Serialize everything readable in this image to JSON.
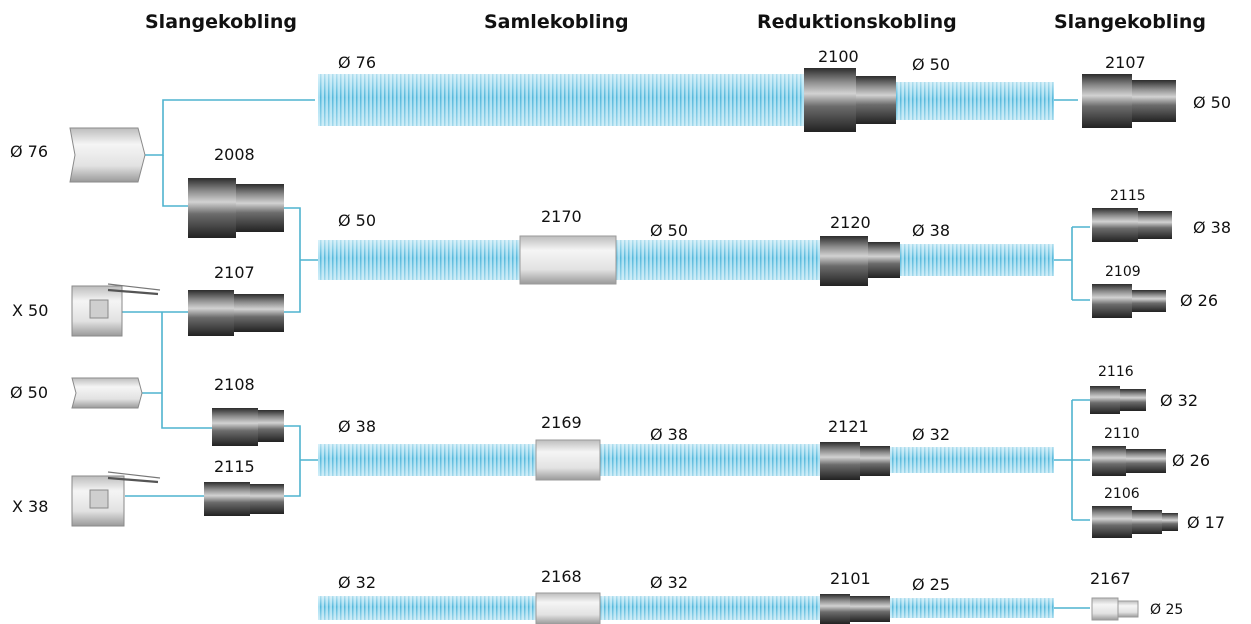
{
  "headers": {
    "col1": "Slangekobling",
    "col2": "Samlekobling",
    "col3": "Reduktionskobling",
    "col4": "Slangekobling"
  },
  "left_items": {
    "pipe_76": "Ø 76",
    "clip_50": "X 50",
    "pipe_50": "Ø 50",
    "clip_38": "X 38"
  },
  "hose_couplings": {
    "c2008": "2008",
    "c2107": "2107",
    "c2108": "2108",
    "c2115": "2115"
  },
  "rows": [
    {
      "hose_left": "Ø 76",
      "reducer": "2100",
      "hose_right": "Ø 50",
      "end_items": [
        {
          "code": "2107",
          "dia": "Ø 50"
        }
      ]
    },
    {
      "hose_left": "Ø 50",
      "joiner": "2170",
      "hose_mid": "Ø 50",
      "reducer": "2120",
      "hose_right": "Ø 38",
      "end_items": [
        {
          "code": "2115",
          "dia": "Ø 38"
        },
        {
          "code": "2109",
          "dia": "Ø 26"
        }
      ]
    },
    {
      "hose_left": "Ø 38",
      "joiner": "2169",
      "hose_mid": "Ø 38",
      "reducer": "2121",
      "hose_right": "Ø 32",
      "end_items": [
        {
          "code": "2116",
          "dia": "Ø 32"
        },
        {
          "code": "2110",
          "dia": "Ø 26"
        },
        {
          "code": "2106",
          "dia": "Ø 17"
        }
      ]
    },
    {
      "hose_left": "Ø 32",
      "joiner": "2168",
      "hose_mid": "Ø 32",
      "reducer": "2101",
      "hose_right": "Ø 25",
      "end_items": [
        {
          "code": "2167",
          "dia": "Ø 25"
        }
      ]
    }
  ],
  "colors": {
    "hose": "#8fd3ec",
    "hose_stripe": "#4fb3d6",
    "connector_line": "#4fb3cf",
    "metal_dark": "#3a3a3a",
    "metal_light": "#d8d8d8"
  }
}
